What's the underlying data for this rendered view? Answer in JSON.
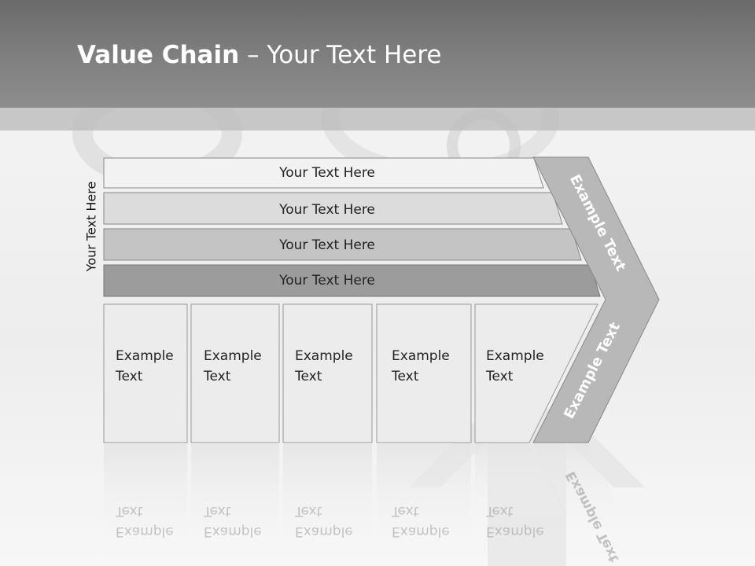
{
  "slide": {
    "title_bold": "Value Chain",
    "title_rest": " – Your Text Here",
    "vertical_label": "Your Text Here"
  },
  "bars": [
    {
      "label": "Your Text Here",
      "fill": "#f2f2f2"
    },
    {
      "label": "Your Text Here",
      "fill": "#dcdcdc"
    },
    {
      "label": "Your Text Here",
      "fill": "#c4c4c4"
    },
    {
      "label": "Your Text Here",
      "fill": "#9c9c9c"
    }
  ],
  "columns": [
    {
      "line1": "Example",
      "line2": "Text"
    },
    {
      "line1": "Example",
      "line2": "Text"
    },
    {
      "line1": "Example",
      "line2": "Text"
    },
    {
      "line1": "Example",
      "line2": "Text"
    },
    {
      "line1": "Example",
      "line2": "Text"
    }
  ],
  "arrow": {
    "upper_label": "Example Text",
    "lower_label": "Example Text",
    "fill": "#b8b8b8"
  }
}
